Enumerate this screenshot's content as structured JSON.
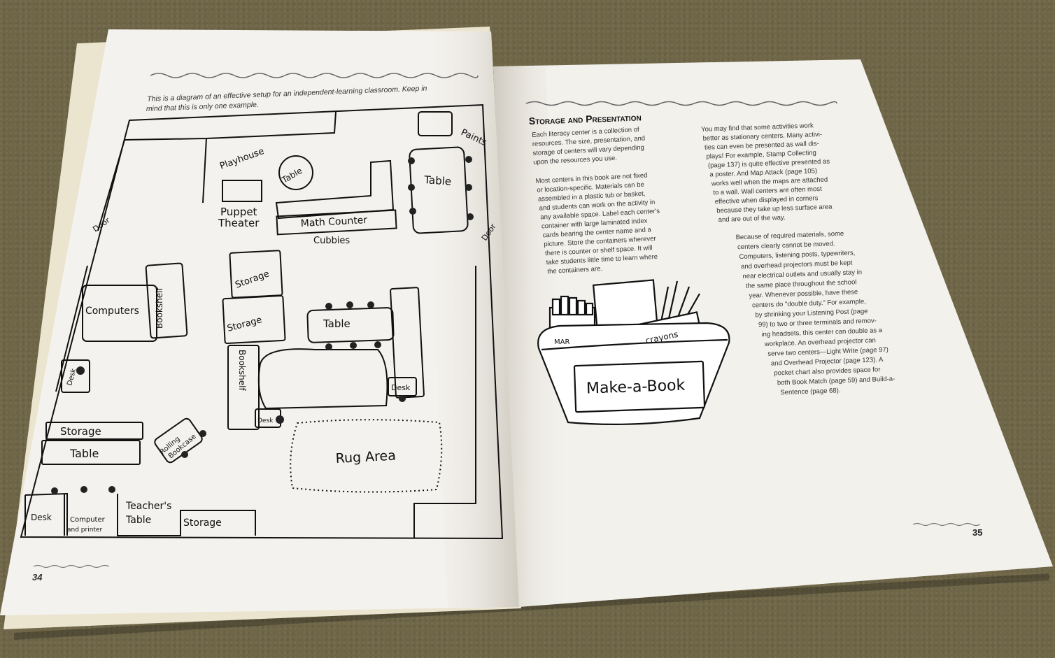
{
  "left_page": {
    "intro": [
      "This is a diagram of an effective setup for an independent-learning classroom. Keep in",
      "mind that this is only one example."
    ],
    "page_number": "34",
    "labels": {
      "playhouse": "Playhouse",
      "table_round": "Table",
      "puppet_theater_1": "Puppet",
      "puppet_theater_2": "Theater",
      "paints": "Paints",
      "table_top_right": "Table",
      "door_left": "Door",
      "door_right": "Door",
      "math_counter": "Math Counter",
      "cubbies": "Cubbies",
      "computers": "Computers",
      "bookshelf_left": "Bookshelf",
      "storage_a": "Storage",
      "storage_b": "Storage",
      "table_middle": "Table",
      "desk_left": "Desk",
      "bookshelf_middle": "Bookshelf",
      "desk_middle": "Desk",
      "desk_small": "Desk",
      "storage_c": "Storage",
      "table_lower_left": "Table",
      "rolling_bookcase_1": "Rolling",
      "rolling_bookcase_2": "Bookcase",
      "rug_area": "Rug Area",
      "desk_bottom": "Desk",
      "computer_printer_1": "Computer",
      "computer_printer_2": "and printer",
      "teachers_table_1": "Teacher's",
      "teachers_table_2": "Table",
      "storage_bottom": "Storage"
    }
  },
  "right_page": {
    "heading": "Storage and Presentation",
    "col1_p1": [
      "Each literacy center is a collection of",
      "resources. The size, presentation, and",
      "storage of centers will vary depending",
      "upon the resources you use."
    ],
    "col1_p2": [
      "Most centers in this book are not fixed",
      "or location-specific. Materials can be",
      "assembled in a plastic tub or basket,",
      "and students can work on the activity in",
      "any available space. Label each center's",
      "container with large laminated index",
      "cards bearing the center name and a",
      "picture. Store the containers wherever",
      "there is counter or shelf space. It will",
      "take students little time to learn where",
      "the containers are."
    ],
    "col2_p1": [
      "You may find that some activities work",
      "better as stationary centers. Many activi-",
      "ties can even be presented as wall dis-",
      "plays! For example, Stamp Collecting",
      "(page 137) is quite effective presented as",
      "a poster. And Map Attack (page 105)",
      "works well when the maps are attached",
      "to a wall. Wall centers are often most",
      "effective when displayed in corners",
      "because they take up less surface area",
      "and are out of the way."
    ],
    "col2_p2": [
      "Because of required materials, some",
      "centers clearly cannot be moved.",
      "Computers, listening posts, typewriters,",
      "and overhead projectors must be kept",
      "near electrical outlets and usually stay in",
      "the same place throughout the school",
      "year. Whenever possible, have these",
      "centers do \"double duty.\" For example,",
      "by shrinking your Listening Post (page",
      "99) to two or three terminals and remov-",
      "ing headsets, this center can double as a",
      "workplace. An overhead projector can",
      "serve two centers—Light Write (page 97)",
      "and Overhead Projector (page 123). A",
      "pocket chart also provides space for",
      "both Book Match (page 59) and Build-a-",
      "Sentence (page 68)."
    ],
    "illustration": {
      "box_label": "Make-a-Book",
      "crayon_box": "crayons",
      "marker_box": "MAR"
    },
    "page_number": "35"
  }
}
